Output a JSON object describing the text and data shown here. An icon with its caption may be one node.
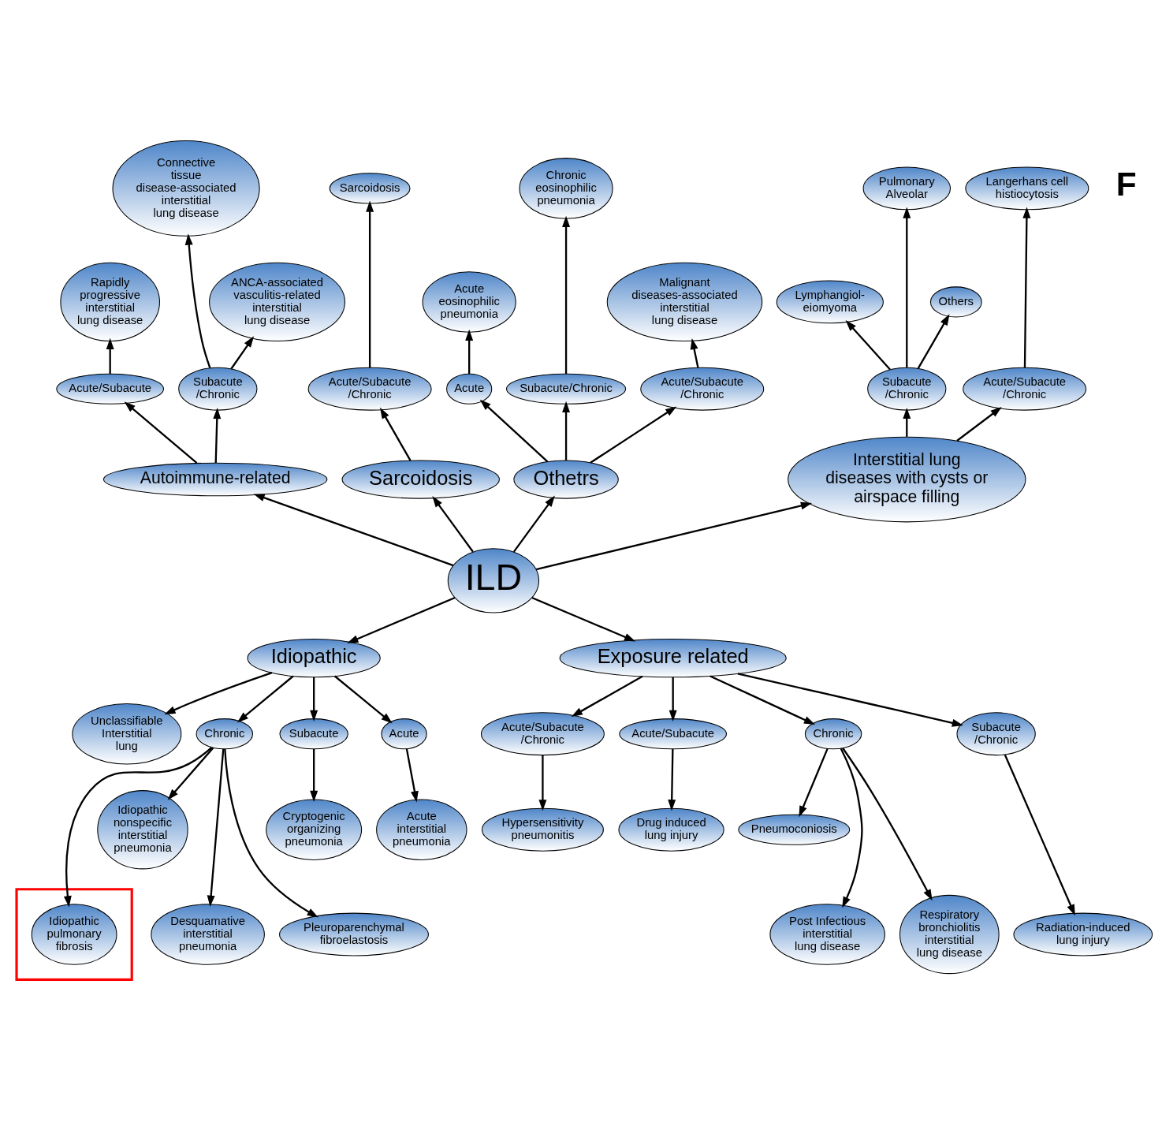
{
  "diagram": {
    "nodes": [
      {
        "text": [
          "ILD"
        ]
      },
      {
        "text": [
          "Autoimmune-related"
        ]
      },
      {
        "text": [
          "Acute/Subacute"
        ]
      },
      {
        "text": [
          "Rapidly progressive interstitial lung disease"
        ]
      },
      {
        "text": [
          "Subacute /Chronic"
        ]
      },
      {
        "text": [
          "Connective tissue disease-associated interstitial lung disease"
        ]
      },
      {
        "text": [
          "ANCA-associated vasculitis-related interstitial lung disease"
        ]
      },
      {
        "text": [
          "Sarcoidosis"
        ]
      },
      {
        "text": [
          "Acute/Subacute /Chronic"
        ]
      },
      {
        "text": [
          "Sarcoidosis"
        ]
      },
      {
        "text": [
          "Othetrs"
        ]
      },
      {
        "text": [
          "Acute"
        ]
      },
      {
        "text": [
          "Acute eosinophilic pneumonia"
        ]
      },
      {
        "text": [
          "Subacute/Chronic"
        ]
      },
      {
        "text": [
          "Chronic eosinophilic pneumonia"
        ]
      },
      {
        "text": [
          "Acute/Subacute /Chronic"
        ]
      },
      {
        "text": [
          "Malignant diseases-associated interstitial lung disease"
        ]
      },
      {
        "text": [
          "Interstitial lung diseases with cysts or airspace filling"
        ]
      },
      {
        "text": [
          "Subacute /Chronic"
        ]
      },
      {
        "text": [
          "Lymphangiol- eiomyoma"
        ]
      },
      {
        "text": [
          "Pulmonary Alveolar"
        ]
      },
      {
        "text": [
          "Others"
        ]
      },
      {
        "text": [
          "Acute/Subacute /Chronic"
        ]
      },
      {
        "text": [
          "Langerhans cell histiocytosis"
        ]
      },
      {
        "text": [
          "Idiopathic"
        ]
      },
      {
        "text": [
          "Unclassifiable Interstitial lung"
        ]
      },
      {
        "text": [
          "Chronic"
        ]
      },
      {
        "text": [
          "Subacute"
        ]
      },
      {
        "text": [
          "Acute"
        ]
      },
      {
        "text": [],
        "shape": "box"
      },
      {
        "text": [
          "Idiopathic pulmonary fibrosis"
        ],
        "in": 29
      },
      {
        "text": [
          "Idiopathic nonspecific interstitial pneumonia"
        ]
      },
      {
        "text": [
          "Desquamative interstitial pneumonia"
        ]
      },
      {
        "text": [
          "Pleuroparenchymal fibroelastosis"
        ]
      },
      {
        "text": [
          "Cryptogenic organizing pneumonia"
        ]
      },
      {
        "text": [
          "Acute interstitial pneumonia"
        ]
      },
      {
        "text": [
          "Exposure related"
        ]
      },
      {
        "text": [
          "Acute/Subacute /Chronic"
        ]
      },
      {
        "text": [
          "Acute/Subacute"
        ]
      },
      {
        "text": [
          "Chronic"
        ]
      },
      {
        "text": [
          "Subacute /Chronic"
        ]
      },
      {
        "text": [
          "Hypersensitivity pneumonitis"
        ]
      },
      {
        "text": [
          "Drug induced lung injury"
        ]
      },
      {
        "text": [
          "Pneumoconiosis"
        ]
      },
      {
        "text": [
          "Post Infectious interstitial lung disease"
        ]
      },
      {
        "text": [
          "Respiratory bronchiolitis interstitial lung disease"
        ]
      },
      {
        "text": [
          "Radiation-induced lung injury"
        ]
      }
    ],
    "edges": [
      {
        "from": 0,
        "to": 1,
        "arrow": "to"
      },
      {
        "from": 1,
        "to": 2,
        "arrow": "to"
      },
      {
        "from": 2,
        "to": 3,
        "arrow": "to"
      },
      {
        "from": 1,
        "to": 4,
        "arrow": "to"
      },
      {
        "from": 4,
        "to": 5,
        "arrow": "to"
      },
      {
        "from": 4,
        "to": 6,
        "arrow": "to"
      },
      {
        "from": 0,
        "to": 7,
        "arrow": "to"
      },
      {
        "from": 7,
        "to": 8,
        "arrow": "to"
      },
      {
        "from": 8,
        "to": 9,
        "arrow": "to"
      },
      {
        "from": 0,
        "to": 10,
        "arrow": "to"
      },
      {
        "from": 10,
        "to": 11,
        "arrow": "to"
      },
      {
        "from": 11,
        "to": 12,
        "arrow": "to"
      },
      {
        "from": 10,
        "to": 13,
        "arrow": "to"
      },
      {
        "from": 13,
        "to": 14,
        "arrow": "to"
      },
      {
        "from": 10,
        "to": 15,
        "arrow": "to"
      },
      {
        "from": 15,
        "to": 16,
        "arrow": "to"
      },
      {
        "from": 0,
        "to": 17,
        "arrow": "to"
      },
      {
        "from": 17,
        "to": 18,
        "arrow": "to"
      },
      {
        "from": 18,
        "to": 19,
        "arrow": "to"
      },
      {
        "from": 18,
        "to": 20,
        "arrow": "to"
      },
      {
        "from": 18,
        "to": 21,
        "arrow": "to"
      },
      {
        "from": 17,
        "to": 22,
        "arrow": "to"
      },
      {
        "from": 22,
        "to": 23,
        "arrow": "to"
      },
      {
        "from": 0,
        "to": 24,
        "arrow": "to"
      },
      {
        "from": 24,
        "to": 25,
        "arrow": "to"
      },
      {
        "from": 24,
        "to": 26,
        "arrow": "to"
      },
      {
        "from": 24,
        "to": 27,
        "arrow": "to"
      },
      {
        "from": 24,
        "to": 28,
        "arrow": "to"
      },
      {
        "from": 26,
        "to": 30,
        "arrow": "to"
      },
      {
        "from": 26,
        "to": 31,
        "arrow": "to"
      },
      {
        "from": 26,
        "to": 32,
        "arrow": "to"
      },
      {
        "from": 26,
        "to": 33,
        "arrow": "to"
      },
      {
        "from": 27,
        "to": 34,
        "arrow": "to"
      },
      {
        "from": 28,
        "to": 35,
        "arrow": "to"
      },
      {
        "from": 0,
        "to": 36,
        "arrow": "to"
      },
      {
        "from": 36,
        "to": 37,
        "arrow": "to"
      },
      {
        "from": 36,
        "to": 38,
        "arrow": "to"
      },
      {
        "from": 36,
        "to": 39,
        "arrow": "to"
      },
      {
        "from": 36,
        "to": 40,
        "arrow": "to"
      },
      {
        "from": 37,
        "to": 41,
        "arrow": "to"
      },
      {
        "from": 38,
        "to": 42,
        "arrow": "to"
      },
      {
        "from": 39,
        "to": 43,
        "arrow": "to"
      },
      {
        "from": 39,
        "to": 44,
        "arrow": "to"
      },
      {
        "from": 39,
        "to": 45,
        "arrow": "to"
      },
      {
        "from": 40,
        "to": 46,
        "arrow": "to"
      }
    ],
    "labels": [
      "F"
    ]
  }
}
